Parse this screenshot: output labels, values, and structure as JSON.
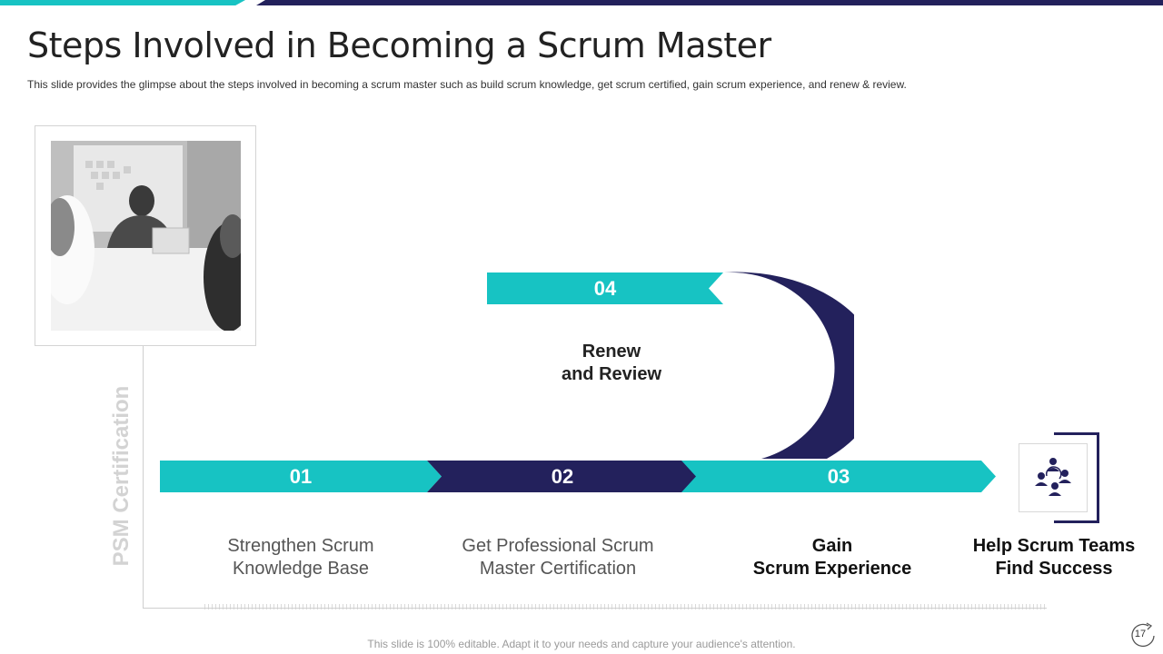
{
  "slide": {
    "title": "Steps Involved in Becoming a Scrum Master",
    "subtitle": "This slide provides  the glimpse about the steps involved  in becoming  a scrum master such as build scrum knowledge,  get scrum certified, gain scrum experience,  and renew  & review.",
    "vertical_label": "PSM Certification",
    "footer": "This slide is 100% editable. Adapt it to your needs and capture your audience's attention.",
    "page_number": "17"
  },
  "steps": [
    {
      "number": "01",
      "label_line1": "Strengthen Scrum",
      "label_line2": "Knowledge Base"
    },
    {
      "number": "02",
      "label_line1": "Get Professional Scrum",
      "label_line2": "Master Certification"
    },
    {
      "number": "03",
      "label_line1": "Gain",
      "label_line2": "Scrum Experience"
    },
    {
      "number": "04",
      "label_line1": "Renew",
      "label_line2": "and Review"
    }
  ],
  "goal": {
    "label_line1": "Help Scrum Teams",
    "label_line2": "Find Success",
    "icon": "team-icon"
  },
  "colors": {
    "teal": "#17c3c3",
    "navy": "#23215c"
  }
}
